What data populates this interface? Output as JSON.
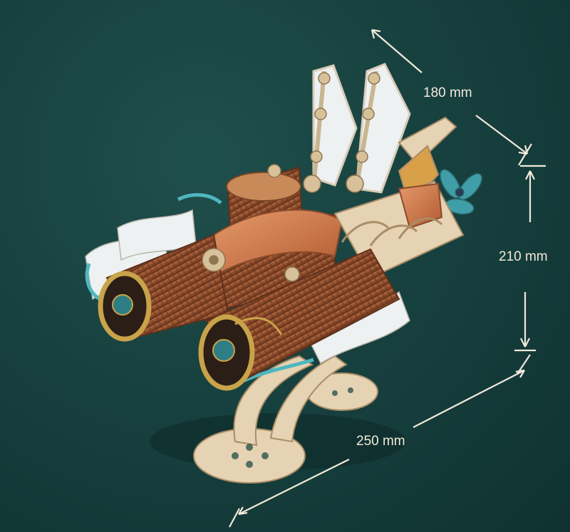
{
  "photo": {
    "subject": "wooden mechanical airship model",
    "background_color": "#174240",
    "accent_colors": {
      "wood_light": "#e6d3b3",
      "wood_copper": "#b5653a",
      "hull_brown": "#8a4a2a",
      "gold": "#c9a34a",
      "teal_trim": "#4fb7c0",
      "sail": "#eef1f2"
    }
  },
  "dimensions": {
    "depth": "180 mm",
    "height": "210 mm",
    "length": "250 mm"
  }
}
